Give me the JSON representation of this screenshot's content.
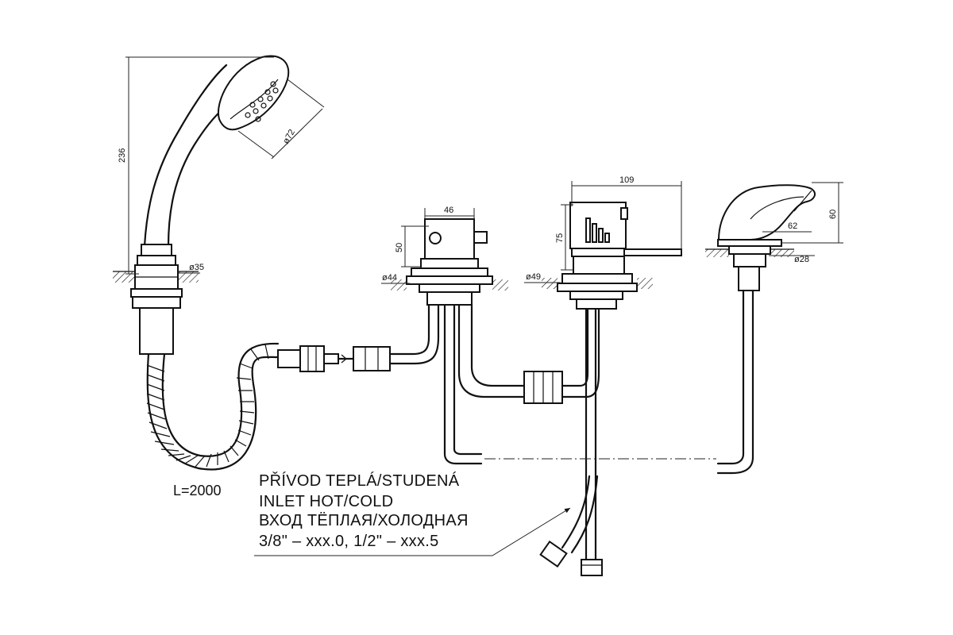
{
  "dimensions": {
    "handshower_height": "236",
    "head_diameter": "ø72",
    "hose_mount_diameter": "ø35",
    "hose_length": "L=2000",
    "diverter_width": "46",
    "diverter_height": "50",
    "diverter_base_diameter": "ø44",
    "mixer_width": "109",
    "mixer_height": "75",
    "mixer_base_diameter": "ø49",
    "spout_height": "60",
    "spout_projection": "62",
    "spout_base_diameter": "ø28"
  },
  "note": {
    "line1": "PŘÍVOD TEPLÁ/STUDENÁ",
    "line2": "INLET HOT/COLD",
    "line3": "ВХОД ТЁПЛАЯ/ХОЛОДНАЯ",
    "line4": "3/8\" – xxx.0, 1/2\" – xxx.5"
  }
}
